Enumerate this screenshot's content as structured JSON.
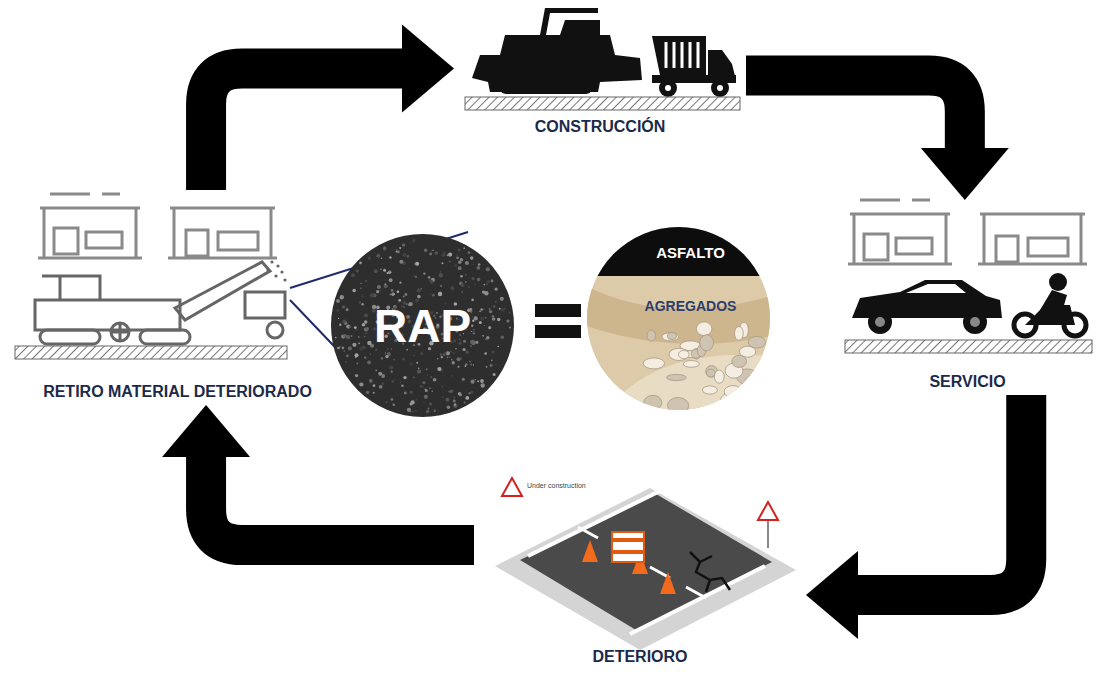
{
  "diagram": {
    "nodes": [
      {
        "text": [
          "CONSTRUCCIÓN"
        ]
      },
      {
        "text": [
          "RETIRO MATERIAL DETERIORADO"
        ]
      },
      {
        "text": [
          "RAP"
        ]
      },
      {
        "text": [
          "ASFALTO",
          "AGREGADOS"
        ]
      },
      {
        "text": [
          "SERVICIO"
        ]
      },
      {
        "text": [
          "DETERIORO"
        ]
      }
    ],
    "edges": [
      {
        "from": 1,
        "to": 0,
        "arrow": "to"
      },
      {
        "from": 0,
        "to": 4,
        "arrow": "to"
      },
      {
        "from": 4,
        "to": 5,
        "arrow": "to"
      },
      {
        "from": 5,
        "to": 1,
        "arrow": "to"
      }
    ],
    "labels": [
      "Under construction"
    ]
  }
}
